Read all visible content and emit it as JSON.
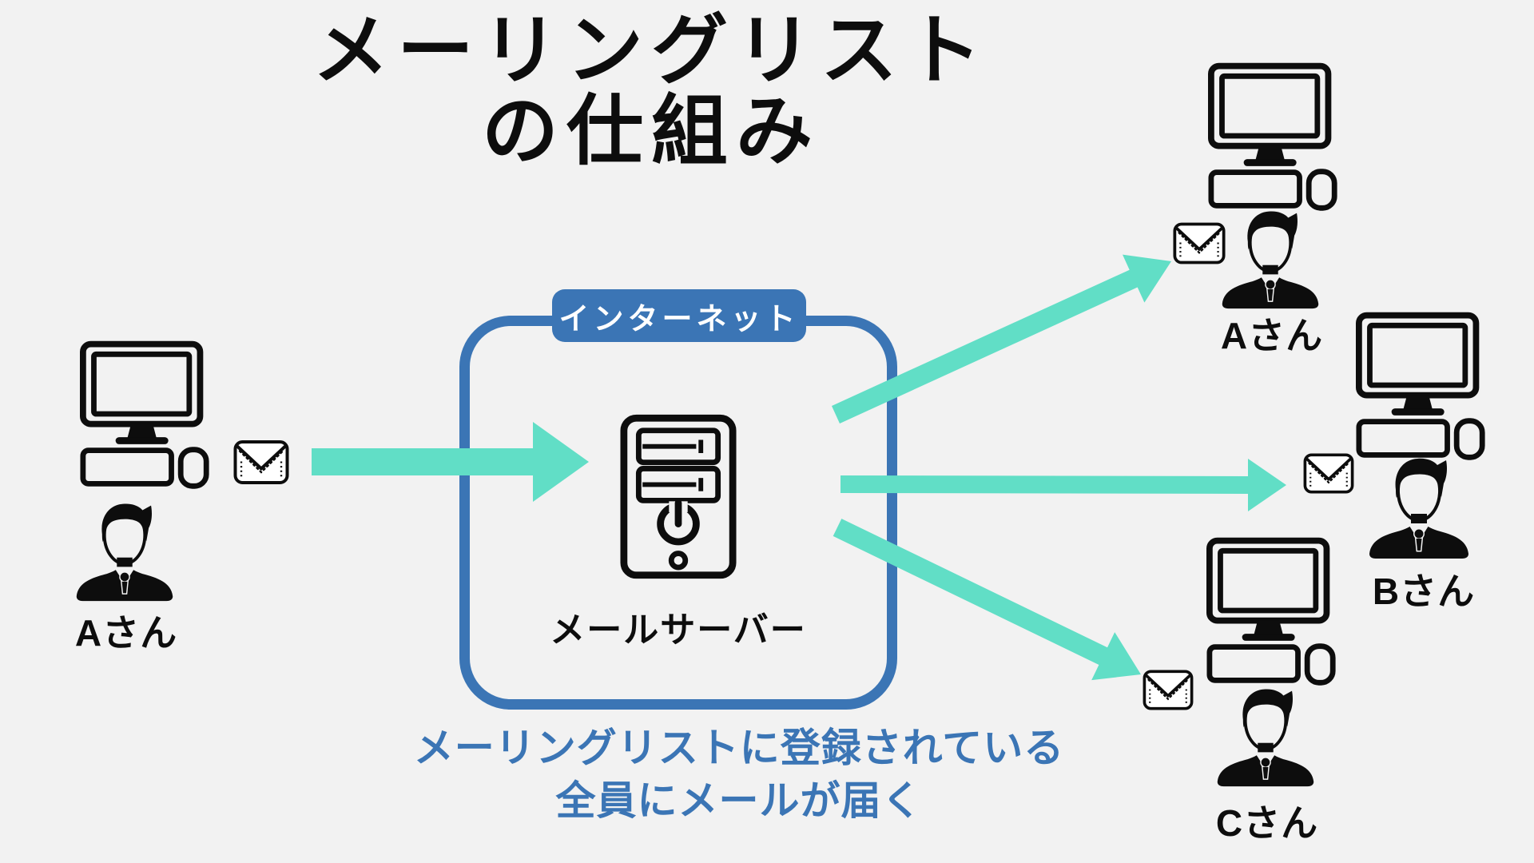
{
  "title": {
    "line1": "メーリングリスト",
    "line2": "の仕組み"
  },
  "internet": {
    "label": "インターネット",
    "server_label": "メールサーバー"
  },
  "sender": {
    "label": "Aさん"
  },
  "recipients": [
    {
      "label": "Aさん"
    },
    {
      "label": "Bさん"
    },
    {
      "label": "Cさん"
    }
  ],
  "caption": {
    "line1": "メーリングリストに登録されている",
    "line2": "全員にメールが届く"
  },
  "colors": {
    "background": "#f2f2f2",
    "accent_blue": "#3b75b5",
    "arrow_teal": "#61dec6",
    "icon_black": "#0d0d0d",
    "pill_text": "#ffffff"
  },
  "icons": [
    "desktop-computer-icon",
    "envelope-icon",
    "businessman-icon",
    "server-tower-icon",
    "arrow-icon"
  ]
}
